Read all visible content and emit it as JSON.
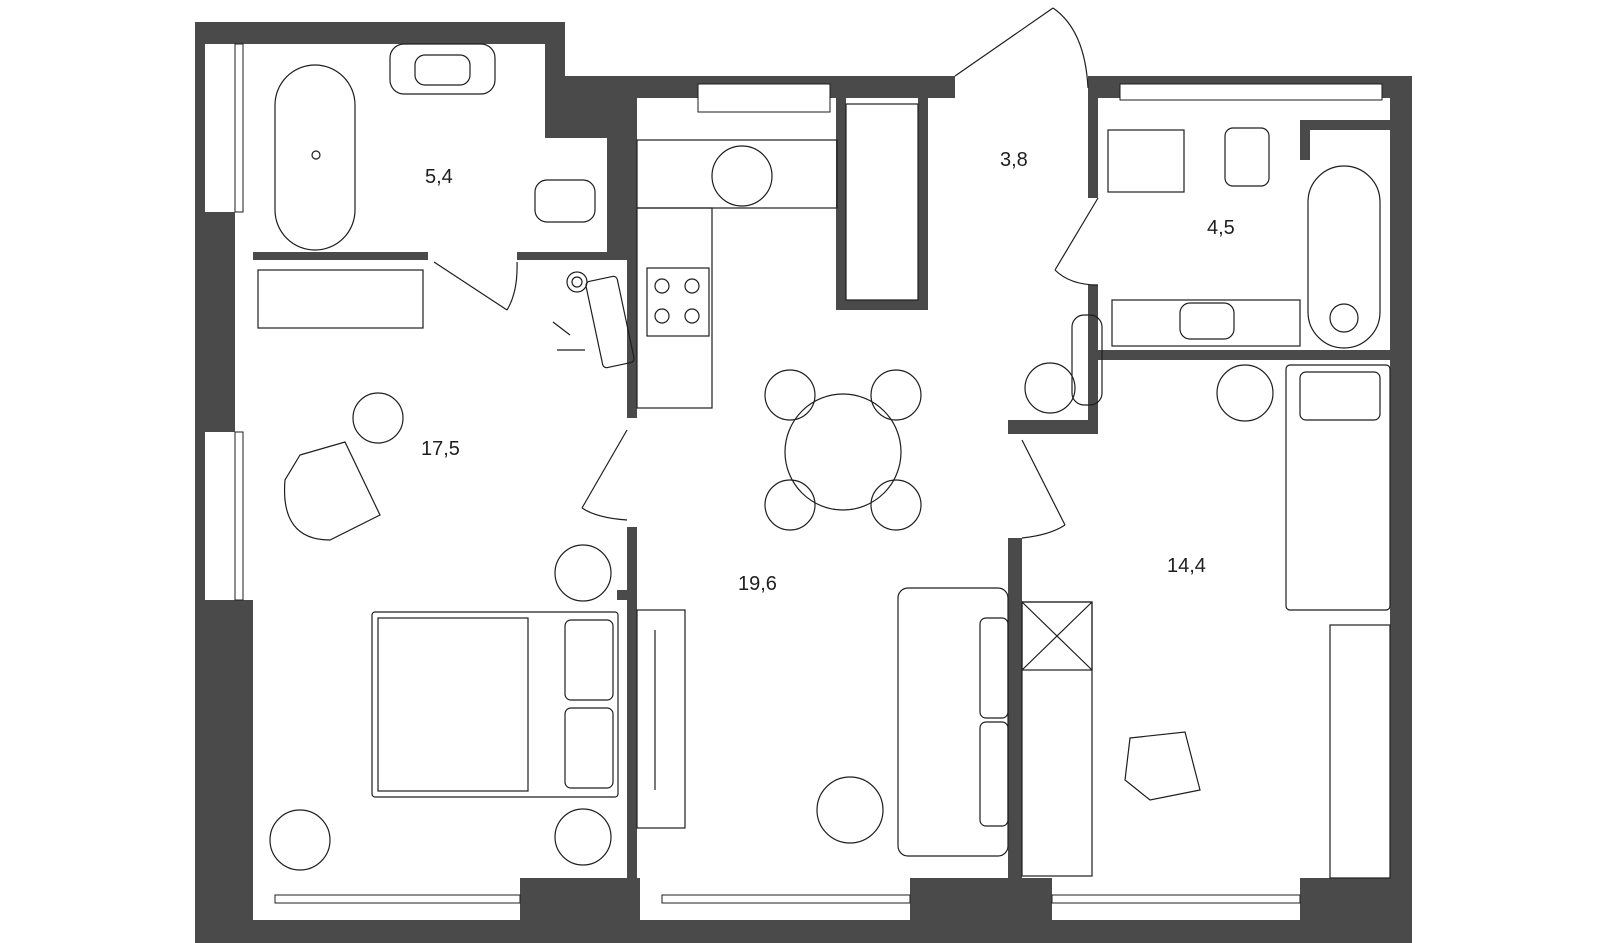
{
  "plan": {
    "wall_color": "#4a4a4a",
    "line_color": "#1e1e1e",
    "rooms": [
      {
        "id": "bathroom-1",
        "area": "5,4"
      },
      {
        "id": "bedroom-1",
        "area": "17,5"
      },
      {
        "id": "hallway",
        "area": "3,8"
      },
      {
        "id": "bathroom-2",
        "area": "4,5"
      },
      {
        "id": "kitchen-living",
        "area": "19,6"
      },
      {
        "id": "bedroom-2",
        "area": "14,4"
      }
    ]
  }
}
